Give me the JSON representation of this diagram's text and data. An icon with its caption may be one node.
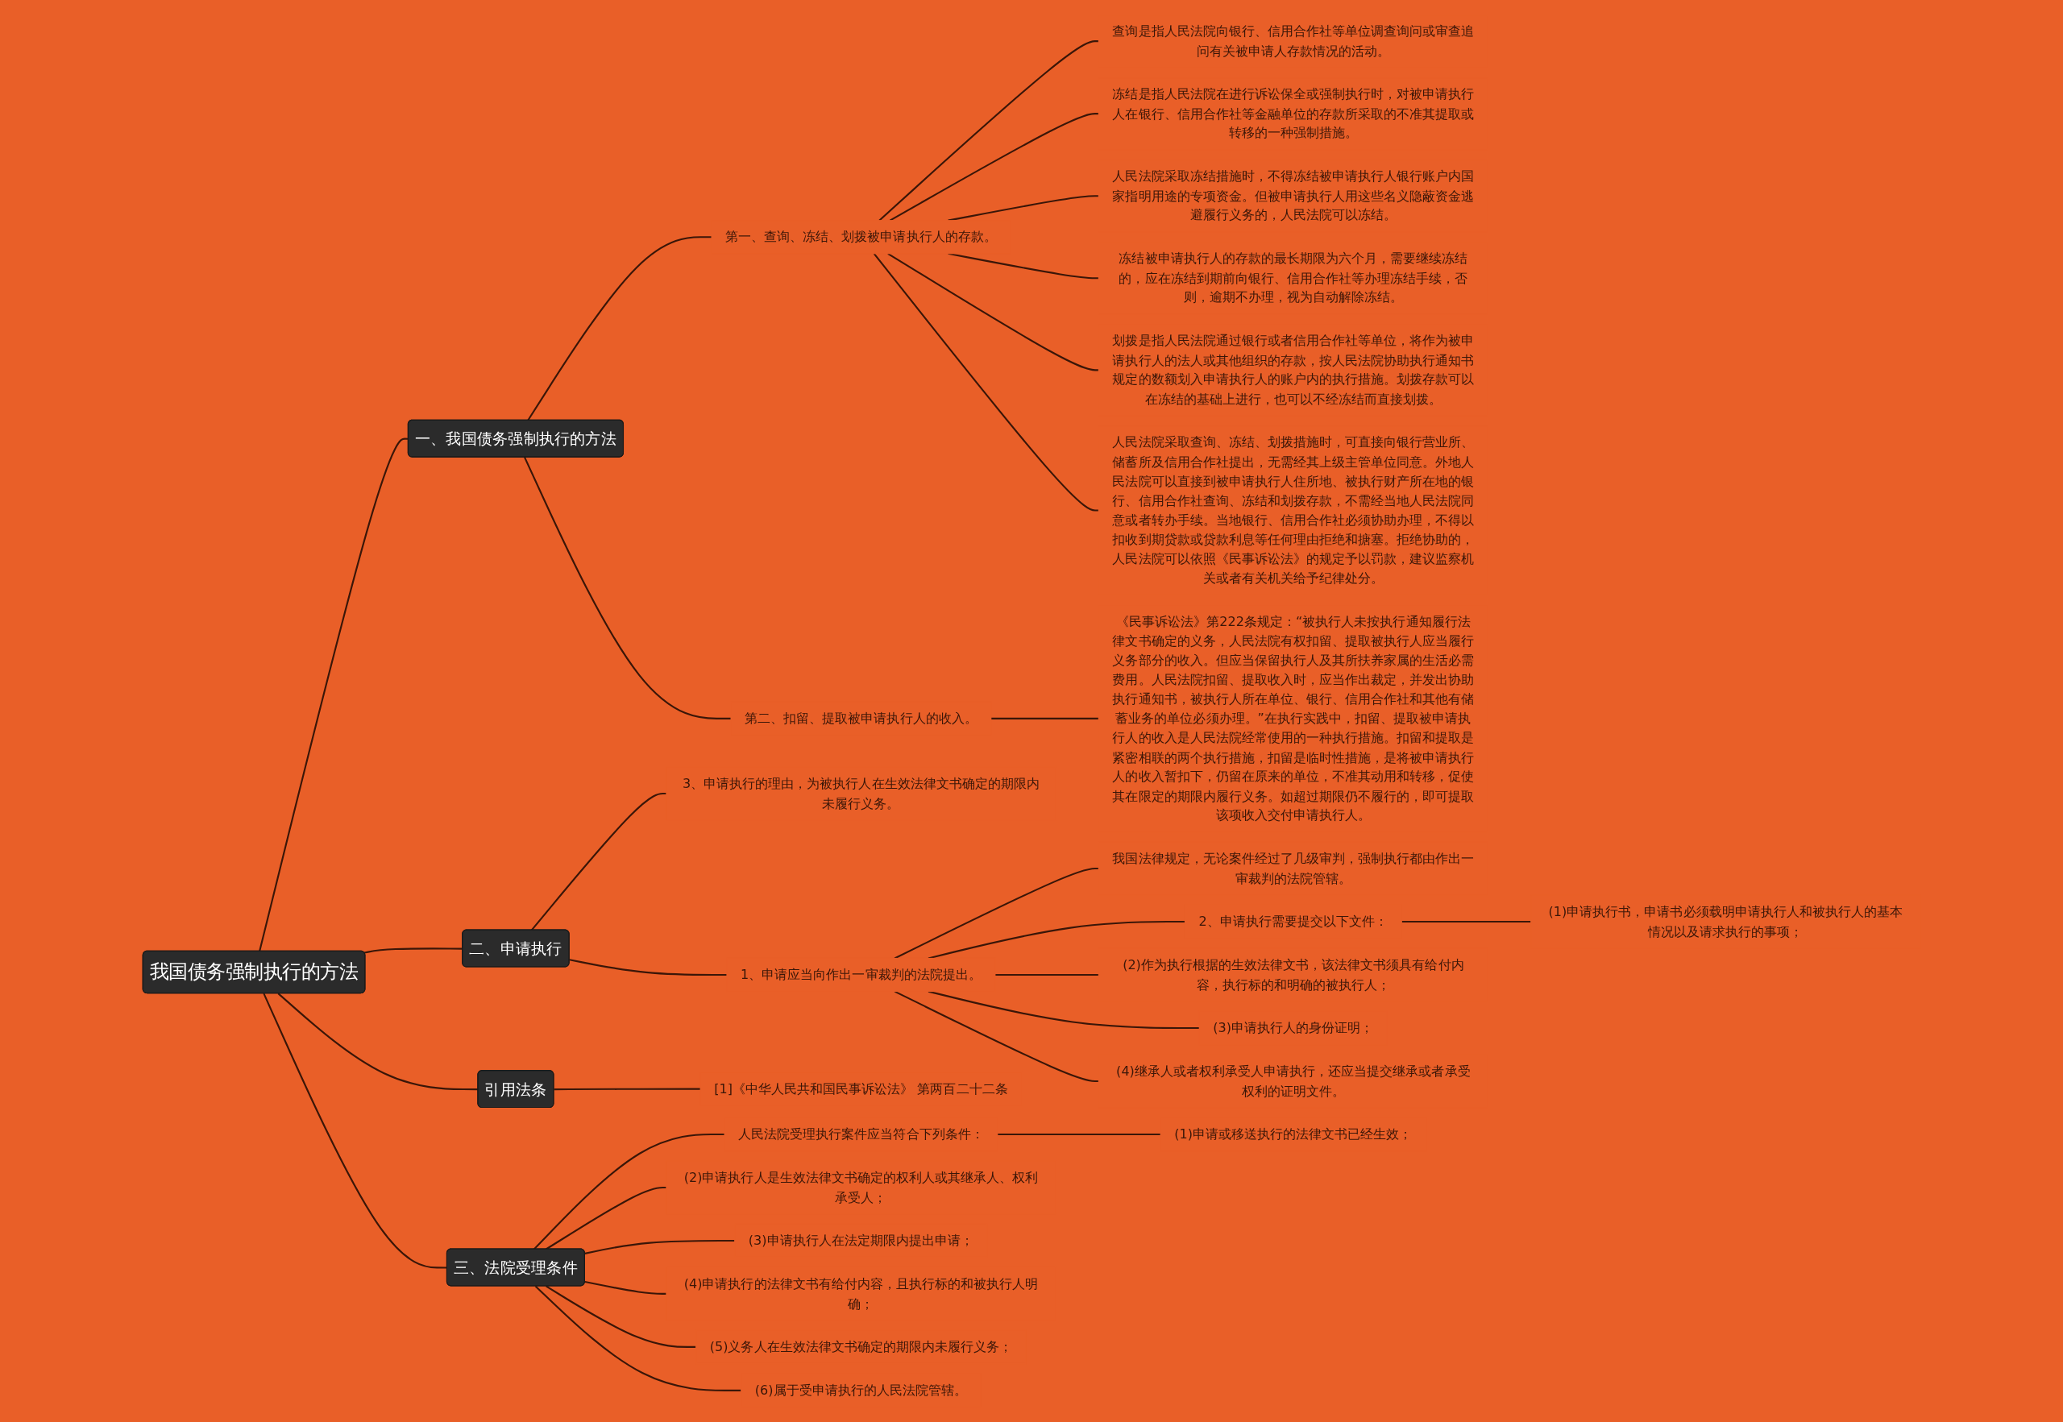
{
  "diagram": {
    "nodes": [
      {
        "text": [
          "我国债务强制执行的方法"
        ]
      },
      {
        "text": [
          "一、我国债务强制执行的方法"
        ]
      },
      {
        "text": [
          "第一、查询、冻结、划拨被申请执行人的存款。"
        ]
      },
      {
        "text": [
          "查询是指人民法院向银行、信用合作社等单位调查询问或审查追问有关被申请人存款情况的活动。"
        ]
      },
      {
        "text": [
          "冻结是指人民法院在进行诉讼保全或强制执行时，对被申请执行人在银行、信用合作社等金融单位的存款所采取的不准其提取或转移的一种强制措施。"
        ]
      },
      {
        "text": [
          "人民法院采取冻结措施时，不得冻结被申请执行人银行账户内国家指明用途的专项资金。但被申请执行人用这些名义隐蔽资金逃避履行义务的，人民法院可以冻结。"
        ]
      },
      {
        "text": [
          "冻结被申请执行人的存款的最长期限为六个月，需要继续冻结的，应在冻结到期前向银行、信用合作社等办理冻结手续，否则，逾期不办理，视为自动解除冻结。"
        ]
      },
      {
        "text": [
          "划拨是指人民法院通过银行或者信用合作社等单位，将作为被申请执行人的法人或其他组织的存款，按人民法院协助执行通知书规定的数额划入申请执行人的账户内的执行措施。划拨存款可以在冻结的基础上进行，也可以不经冻结而直接划拨。"
        ]
      },
      {
        "text": [
          "人民法院采取查询、冻结、划拨措施时，可直接向银行营业所、储蓄所及信用合作社提出，无需经其上级主管单位同意。外地人民法院可以直接到被申请执行人住所地、被执行财产所在地的银行、信用合作社查询、冻结和划拨存款，不需经当地人民法院同意或者转办手续。当地银行、信用合作社必须协助办理，不得以扣收到期贷款或贷款利息等任何理由拒绝和搪塞。拒绝协助的，人民法院可以依照《民事诉讼法》的规定予以罚款，建议监察机关或者有关机关给予纪律处分。"
        ]
      },
      {
        "text": [
          "第二、扣留、提取被申请执行人的收入。"
        ]
      },
      {
        "text": [
          "《民事诉讼法》第222条规定：“被执行人未按执行通知履行法律文书确定的义务，人民法院有权扣留、提取被执行人应当履行义务部分的收入。但应当保留执行人及其所扶养家属的生活必需费用。人民法院扣留、提取收入时，应当作出裁定，并发出协助执行通知书，被执行人所在单位、银行、信用合作社和其他有储蓄业务的单位必须办理。”在执行实践中，扣留、提取被申请执行人的收入是人民法院经常使用的一种执行措施。扣留和提取是紧密相联的两个执行措施，扣留是临时性措施，是将被申请执行人的收入暂扣下，仍留在原来的单位，不准其动用和转移，促使其在限定的期限内履行义务。如超过期限仍不履行的，即可提取该项收入交付申请执行人。"
        ]
      },
      {
        "text": [
          "二、申请执行"
        ]
      },
      {
        "text": [
          "1、申请应当向作出一审裁判的法院提出。"
        ]
      },
      {
        "text": [
          "我国法律规定，无论案件经过了几级审判，强制执行都由作出一审裁判的法院管辖。"
        ]
      },
      {
        "text": [
          "2、申请执行需要提交以下文件："
        ]
      },
      {
        "text": [
          "(1)申请执行书，申请书必须载明申请执行人和被执行人的基本情况以及请求执行的事项；"
        ]
      },
      {
        "text": [
          "(2)作为执行根据的生效法律文书，该法律文书须具有给付内容，执行标的和明确的被执行人；"
        ]
      },
      {
        "text": [
          "(3)申请执行人的身份证明；"
        ]
      },
      {
        "text": [
          "(4)继承人或者权利承受人申请执行，还应当提交继承或者承受权利的证明文件。"
        ]
      },
      {
        "text": [
          "3、申请执行的理由，为被执行人在生效法律文书确定的期限内未履行义务。"
        ]
      },
      {
        "text": [
          "引用法条"
        ]
      },
      {
        "text": [
          "[1]《中华人民共和国民事诉讼法》 第两百二十二条"
        ]
      },
      {
        "text": [
          "三、法院受理条件"
        ]
      },
      {
        "text": [
          "人民法院受理执行案件应当符合下列条件："
        ]
      },
      {
        "text": [
          "(1)申请或移送执行的法律文书已经生效；"
        ]
      },
      {
        "text": [
          "(2)申请执行人是生效法律文书确定的权利人或其继承人、权利承受人；"
        ]
      },
      {
        "text": [
          "(3)申请执行人在法定期限内提出申请；"
        ]
      },
      {
        "text": [
          "(4)申请执行的法律文书有给付内容，且执行标的和被执行人明确；"
        ]
      },
      {
        "text": [
          "(5)义务人在生效法律文书确定的期限内未履行义务；"
        ]
      },
      {
        "text": [
          "(6)属于受申请执行的人民法院管辖。"
        ]
      }
    ],
    "edges": [
      {
        "from": 0,
        "to": 1,
        "arrow": "none"
      },
      {
        "from": 1,
        "to": 2,
        "arrow": "none"
      },
      {
        "from": 2,
        "to": 3,
        "arrow": "none"
      },
      {
        "from": 2,
        "to": 4,
        "arrow": "none"
      },
      {
        "from": 2,
        "to": 5,
        "arrow": "none"
      },
      {
        "from": 2,
        "to": 6,
        "arrow": "none"
      },
      {
        "from": 2,
        "to": 7,
        "arrow": "none"
      },
      {
        "from": 2,
        "to": 8,
        "arrow": "none"
      },
      {
        "from": 1,
        "to": 9,
        "arrow": "none"
      },
      {
        "from": 9,
        "to": 10,
        "arrow": "none"
      },
      {
        "from": 0,
        "to": 11,
        "arrow": "none"
      },
      {
        "from": 11,
        "to": 12,
        "arrow": "none"
      },
      {
        "from": 12,
        "to": 13,
        "arrow": "none"
      },
      {
        "from": 12,
        "to": 14,
        "arrow": "none"
      },
      {
        "from": 14,
        "to": 15,
        "arrow": "none"
      },
      {
        "from": 12,
        "to": 16,
        "arrow": "none"
      },
      {
        "from": 12,
        "to": 17,
        "arrow": "none"
      },
      {
        "from": 12,
        "to": 18,
        "arrow": "none"
      },
      {
        "from": 11,
        "to": 19,
        "arrow": "none"
      },
      {
        "from": 0,
        "to": 20,
        "arrow": "none"
      },
      {
        "from": 20,
        "to": 21,
        "arrow": "none"
      },
      {
        "from": 0,
        "to": 22,
        "arrow": "none"
      },
      {
        "from": 22,
        "to": 23,
        "arrow": "none"
      },
      {
        "from": 23,
        "to": 24,
        "arrow": "none"
      },
      {
        "from": 22,
        "to": 25,
        "arrow": "none"
      },
      {
        "from": 22,
        "to": 26,
        "arrow": "none"
      },
      {
        "from": 22,
        "to": 27,
        "arrow": "none"
      },
      {
        "from": 22,
        "to": 28,
        "arrow": "none"
      },
      {
        "from": 22,
        "to": 29,
        "arrow": "none"
      }
    ]
  }
}
